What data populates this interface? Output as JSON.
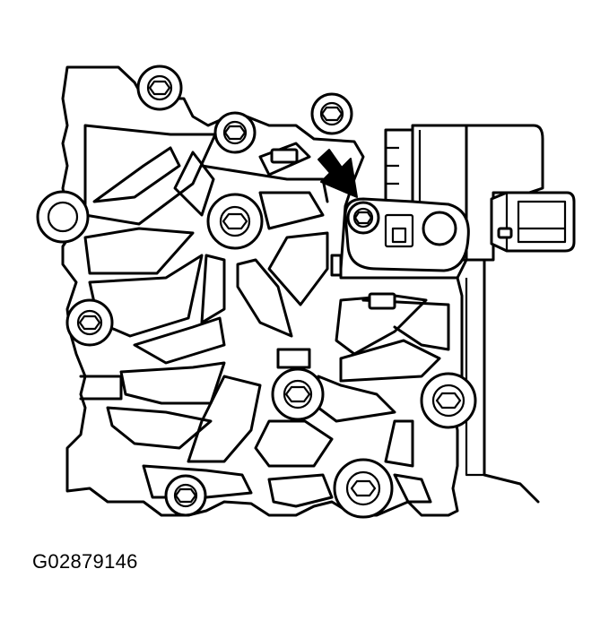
{
  "figure": {
    "id_label": "G02879146",
    "subject": "valve-body-with-solenoid-and-connector",
    "callout": "arrow-pointing-to-solenoid-bolt",
    "line_color": "#000000",
    "background_color": "#ffffff"
  }
}
